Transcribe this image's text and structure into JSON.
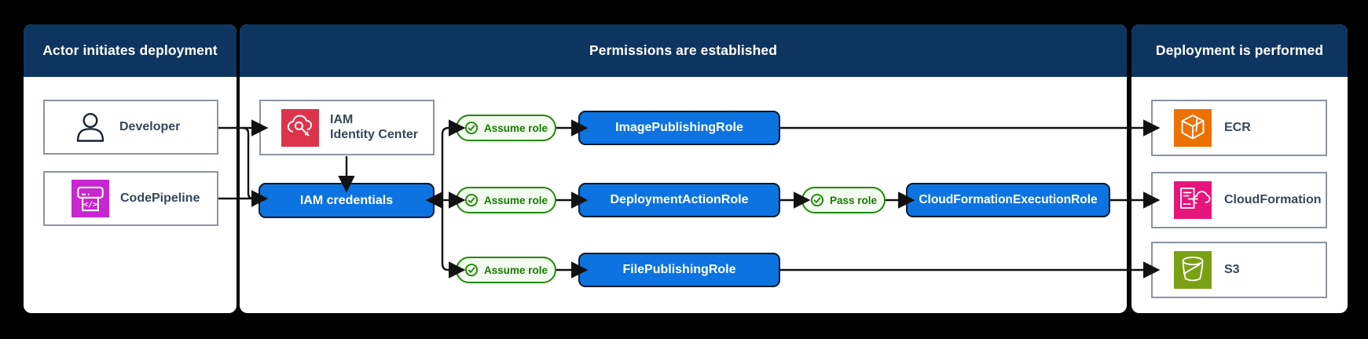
{
  "colors": {
    "background": "#000000",
    "header_bg": "#0e355f",
    "panel_bg": "#ffffff",
    "box_border": "#8b949e",
    "label_text": "#37475a",
    "role_blue": "#0d73e0",
    "badge_green": "#1f8a05",
    "badge_green_bg": "#f3faf0",
    "arrow_black": "#121212",
    "icon_identity_center_red": "#dd344c",
    "icon_codepipeline_magenta": "#c925d1",
    "icon_ecr_orange": "#ed7100",
    "icon_cloudformation_pink": "#e7157b",
    "icon_s3_green": "#7aa116"
  },
  "panel_actor": {
    "title": "Actor initiates deployment",
    "items": [
      {
        "label": "Developer",
        "icon": "person-icon"
      },
      {
        "label": "CodePipeline",
        "icon": "codepipeline-icon"
      }
    ]
  },
  "panel_permissions": {
    "title": "Permissions are established",
    "identity_center": {
      "line1": "IAM",
      "line2": "Identity Center",
      "icon": "iam-identity-center-icon"
    },
    "iam_credentials_label": "IAM credentials",
    "assume_role_label": "Assume role",
    "pass_role_label": "Pass role",
    "roles": {
      "image_publishing": "ImagePublishingRole",
      "deployment_action": "DeploymentActionRole",
      "file_publishing": "FilePublishingRole",
      "cloudformation_execution": "CloudFormationExecutionRole"
    }
  },
  "panel_deployment": {
    "title": "Deployment is performed",
    "items": [
      {
        "label": "ECR",
        "icon": "ecr-icon"
      },
      {
        "label": "CloudFormation",
        "icon": "cloudformation-icon"
      },
      {
        "label": "S3",
        "icon": "s3-icon"
      }
    ]
  }
}
